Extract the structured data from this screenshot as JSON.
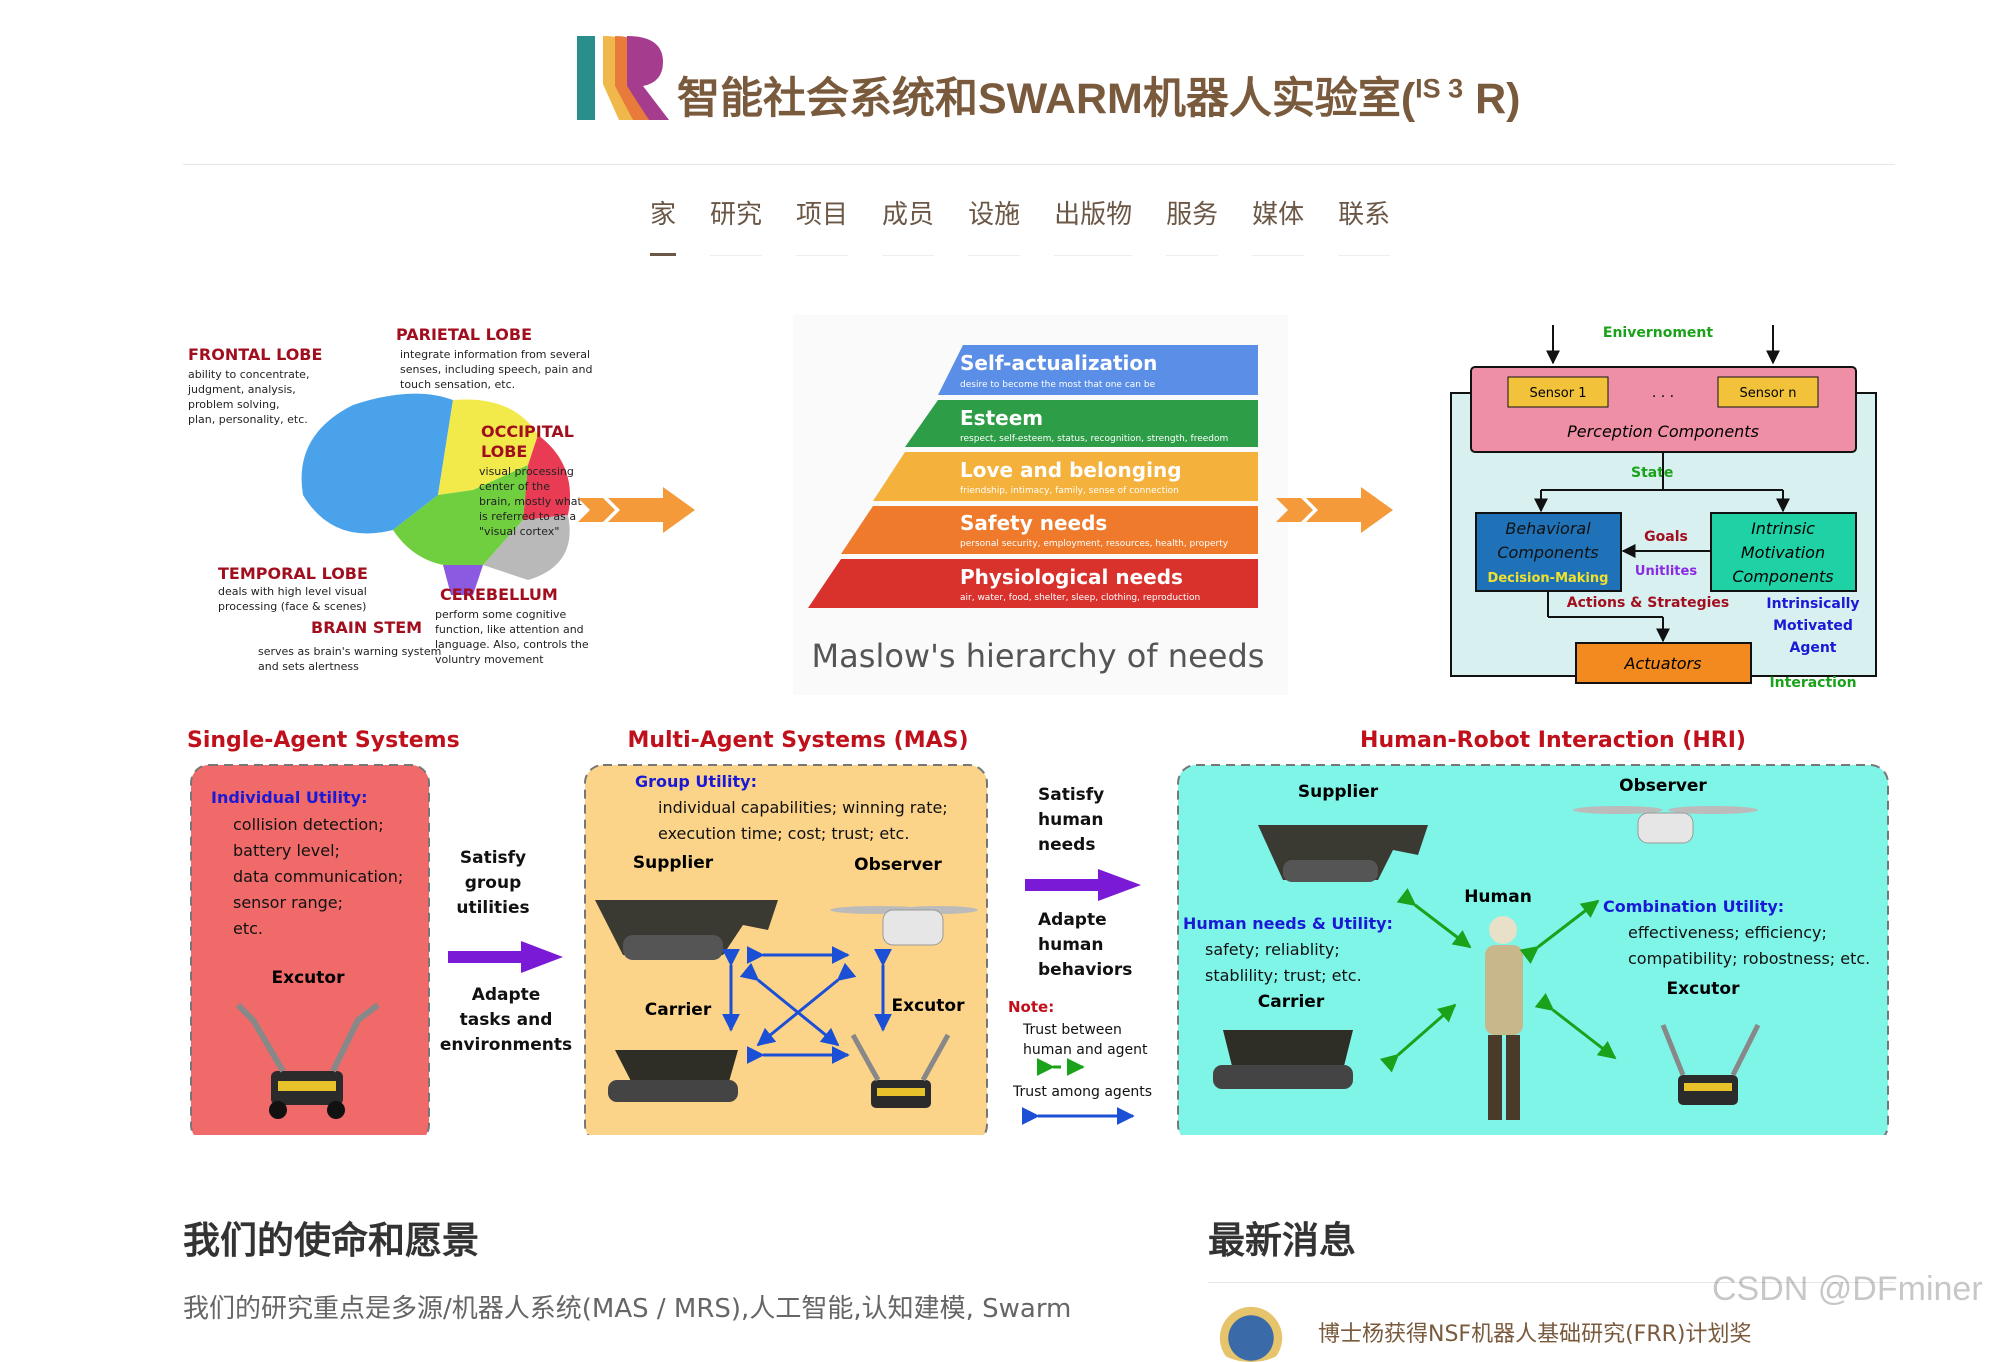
{
  "header": {
    "title": "智能社会系统和SWARM机器人实验室(",
    "title_sup": "IS 3",
    "title_end": " R)"
  },
  "nav": {
    "items": [
      "家",
      "研究",
      "项目",
      "成员",
      "设施",
      "出版物",
      "服务",
      "媒体",
      "联系"
    ]
  },
  "brain": {
    "frontal": "FRONTAL LOBE",
    "frontal_desc": [
      "ability to concentrate,",
      "judgment, analysis,",
      "problem solving,",
      "plan, personality, etc."
    ],
    "parietal": "PARIETAL LOBE",
    "parietal_desc": [
      "integrate information from several",
      "senses, including speech, pain and",
      "touch sensation, etc."
    ],
    "occipital": [
      "OCCIPITAL",
      "LOBE"
    ],
    "occipital_desc": [
      "visual processing",
      "center of the",
      "brain, mostly what",
      "is referred to as a",
      "\"visual cortex\""
    ],
    "temporal": "TEMPORAL LOBE",
    "temporal_desc": [
      "deals with high level visual",
      "processing (face & scenes)"
    ],
    "stem": "BRAIN STEM",
    "stem_desc": [
      "serves as brain's warning system",
      "and sets alertness"
    ],
    "cerebellum": "CEREBELLUM",
    "cerebellum_desc": [
      "perform some cognitive",
      "function, like attention and",
      "language. Also, controls the",
      "voluntry movement"
    ]
  },
  "maslow": {
    "caption": "Maslow's hierarchy of needs",
    "levels": [
      {
        "title": "Self-actualization",
        "desc": "desire to become the most that one can be",
        "color": "#5b8ee6"
      },
      {
        "title": "Esteem",
        "desc": "respect, self-esteem, status, recognition, strength, freedom",
        "color": "#2e9d47"
      },
      {
        "title": "Love and belonging",
        "desc": "friendship, intimacy, family, sense of connection",
        "color": "#f4b13b"
      },
      {
        "title": "Safety needs",
        "desc": "personal security, employment, resources, health, property",
        "color": "#ef7a2b"
      },
      {
        "title": "Physiological needs",
        "desc": "air, water, food, shelter, sleep, clothing, reproduction",
        "color": "#d9312c"
      }
    ]
  },
  "agent": {
    "env": "Enivernoment",
    "sensor1": "Sensor 1",
    "dots": ". . .",
    "sensorn": "Sensor n",
    "perception": "Perception Components",
    "state": "State",
    "behavioral": [
      "Behavioral",
      "Components"
    ],
    "decision": "Decision-Making",
    "goals": "Goals",
    "unitlites": "Unitlites",
    "intrinsic": [
      "Intrinsic",
      "Motivation",
      "Components"
    ],
    "actions": "Actions & Strategies",
    "imagent": [
      "Intrinsically",
      "Motivated",
      "Agent"
    ],
    "actuators": "Actuators",
    "interaction": "Interaction"
  },
  "single": {
    "title": "Single-Agent Systems",
    "utility": "Individual Utility:",
    "items": [
      "collision detection;",
      "battery level;",
      "data communication;",
      "sensor range;",
      "etc."
    ],
    "excutor": "Excutor"
  },
  "arrow1": {
    "top": [
      "Satisfy",
      "group",
      "utilities"
    ],
    "bottom": [
      "Adapte",
      "tasks and",
      "environments"
    ]
  },
  "mas": {
    "title": "Multi-Agent Systems (MAS)",
    "utility": "Group Utility:",
    "items": [
      "individual capabilities; winning rate;",
      "execution time; cost; trust; etc."
    ],
    "supplier": "Supplier",
    "observer": "Observer",
    "carrier": "Carrier",
    "excutor": "Excutor"
  },
  "arrow2": {
    "top": [
      "Satisfy",
      "human",
      "needs"
    ],
    "bottom": [
      "Adapte",
      "human",
      "behaviors"
    ],
    "note": "Note:",
    "note1": "Trust between",
    "note2": "human and agent",
    "note3": "Trust among agents"
  },
  "hri": {
    "title": "Human-Robot Interaction (HRI)",
    "supplier": "Supplier",
    "observer": "Observer",
    "human": "Human",
    "needs": "Human needs & Utility:",
    "needs_items": [
      "safety; reliablity;",
      "stablility; trust; etc."
    ],
    "carrier": "Carrier",
    "combo": "Combination Utility:",
    "combo_items": [
      "effectiveness; efficiency;",
      "compatibility; robostness; etc."
    ],
    "excutor": "Excutor"
  },
  "mission": {
    "heading": "我们的使命和愿景",
    "body": "我们的研究重点是多源/机器人系统(MAS / MRS),人工智能,认知建模, Swarm"
  },
  "news": {
    "heading": "最新消息",
    "item": "博士杨获得NSF机器人基础研究(FRR)计划奖"
  },
  "watermark": "CSDN @DFminer"
}
